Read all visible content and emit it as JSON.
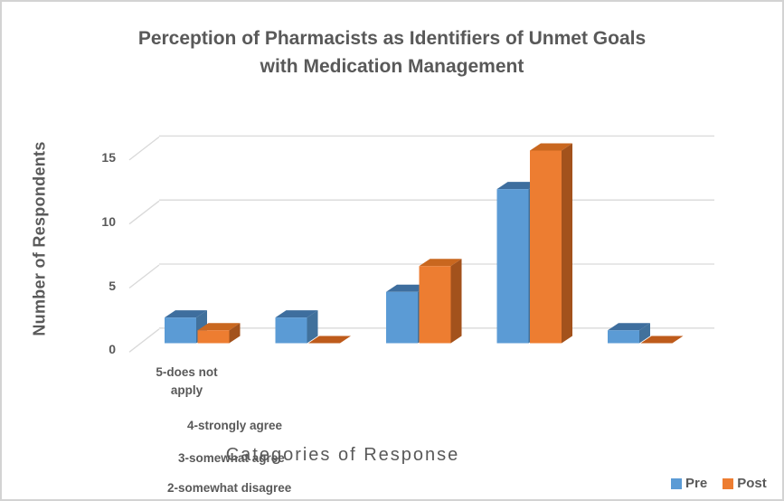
{
  "chart_data": {
    "type": "bar",
    "style": "3d-clustered-column",
    "title": "Perception of Pharmacists as Identifiers of Unmet Goals with Medication Management",
    "title_line1": "Perception of Pharmacists as Identifiers of Unmet Goals",
    "title_line2": "with Medication Management",
    "xlabel": "Categories of Response",
    "ylabel": "Number of Respondents",
    "yticks": [
      0,
      5,
      10,
      15
    ],
    "ylim": [
      0,
      16
    ],
    "grid": true,
    "legend_position": "bottom-right",
    "categories": [
      "5-does not apply",
      "4-strongly agree",
      "3-somewhat agree",
      "2-somewhat disagree",
      ""
    ],
    "series": [
      {
        "name": "Pre",
        "values": [
          2,
          2,
          4,
          12,
          1
        ],
        "colors": {
          "front": "#5B9BD5",
          "top": "#3E6E9E",
          "side": "#41719C",
          "zero": "#41719C"
        }
      },
      {
        "name": "Post",
        "values": [
          1,
          0,
          6,
          15,
          0
        ],
        "colors": {
          "front": "#ED7D31",
          "top": "#C9671F",
          "side": "#A3521C",
          "zero": "#BE5B1B"
        }
      }
    ],
    "colors": {
      "gridline": "#D9D9D9",
      "text": "#595959",
      "frame_border": "#D3D3D3"
    }
  }
}
